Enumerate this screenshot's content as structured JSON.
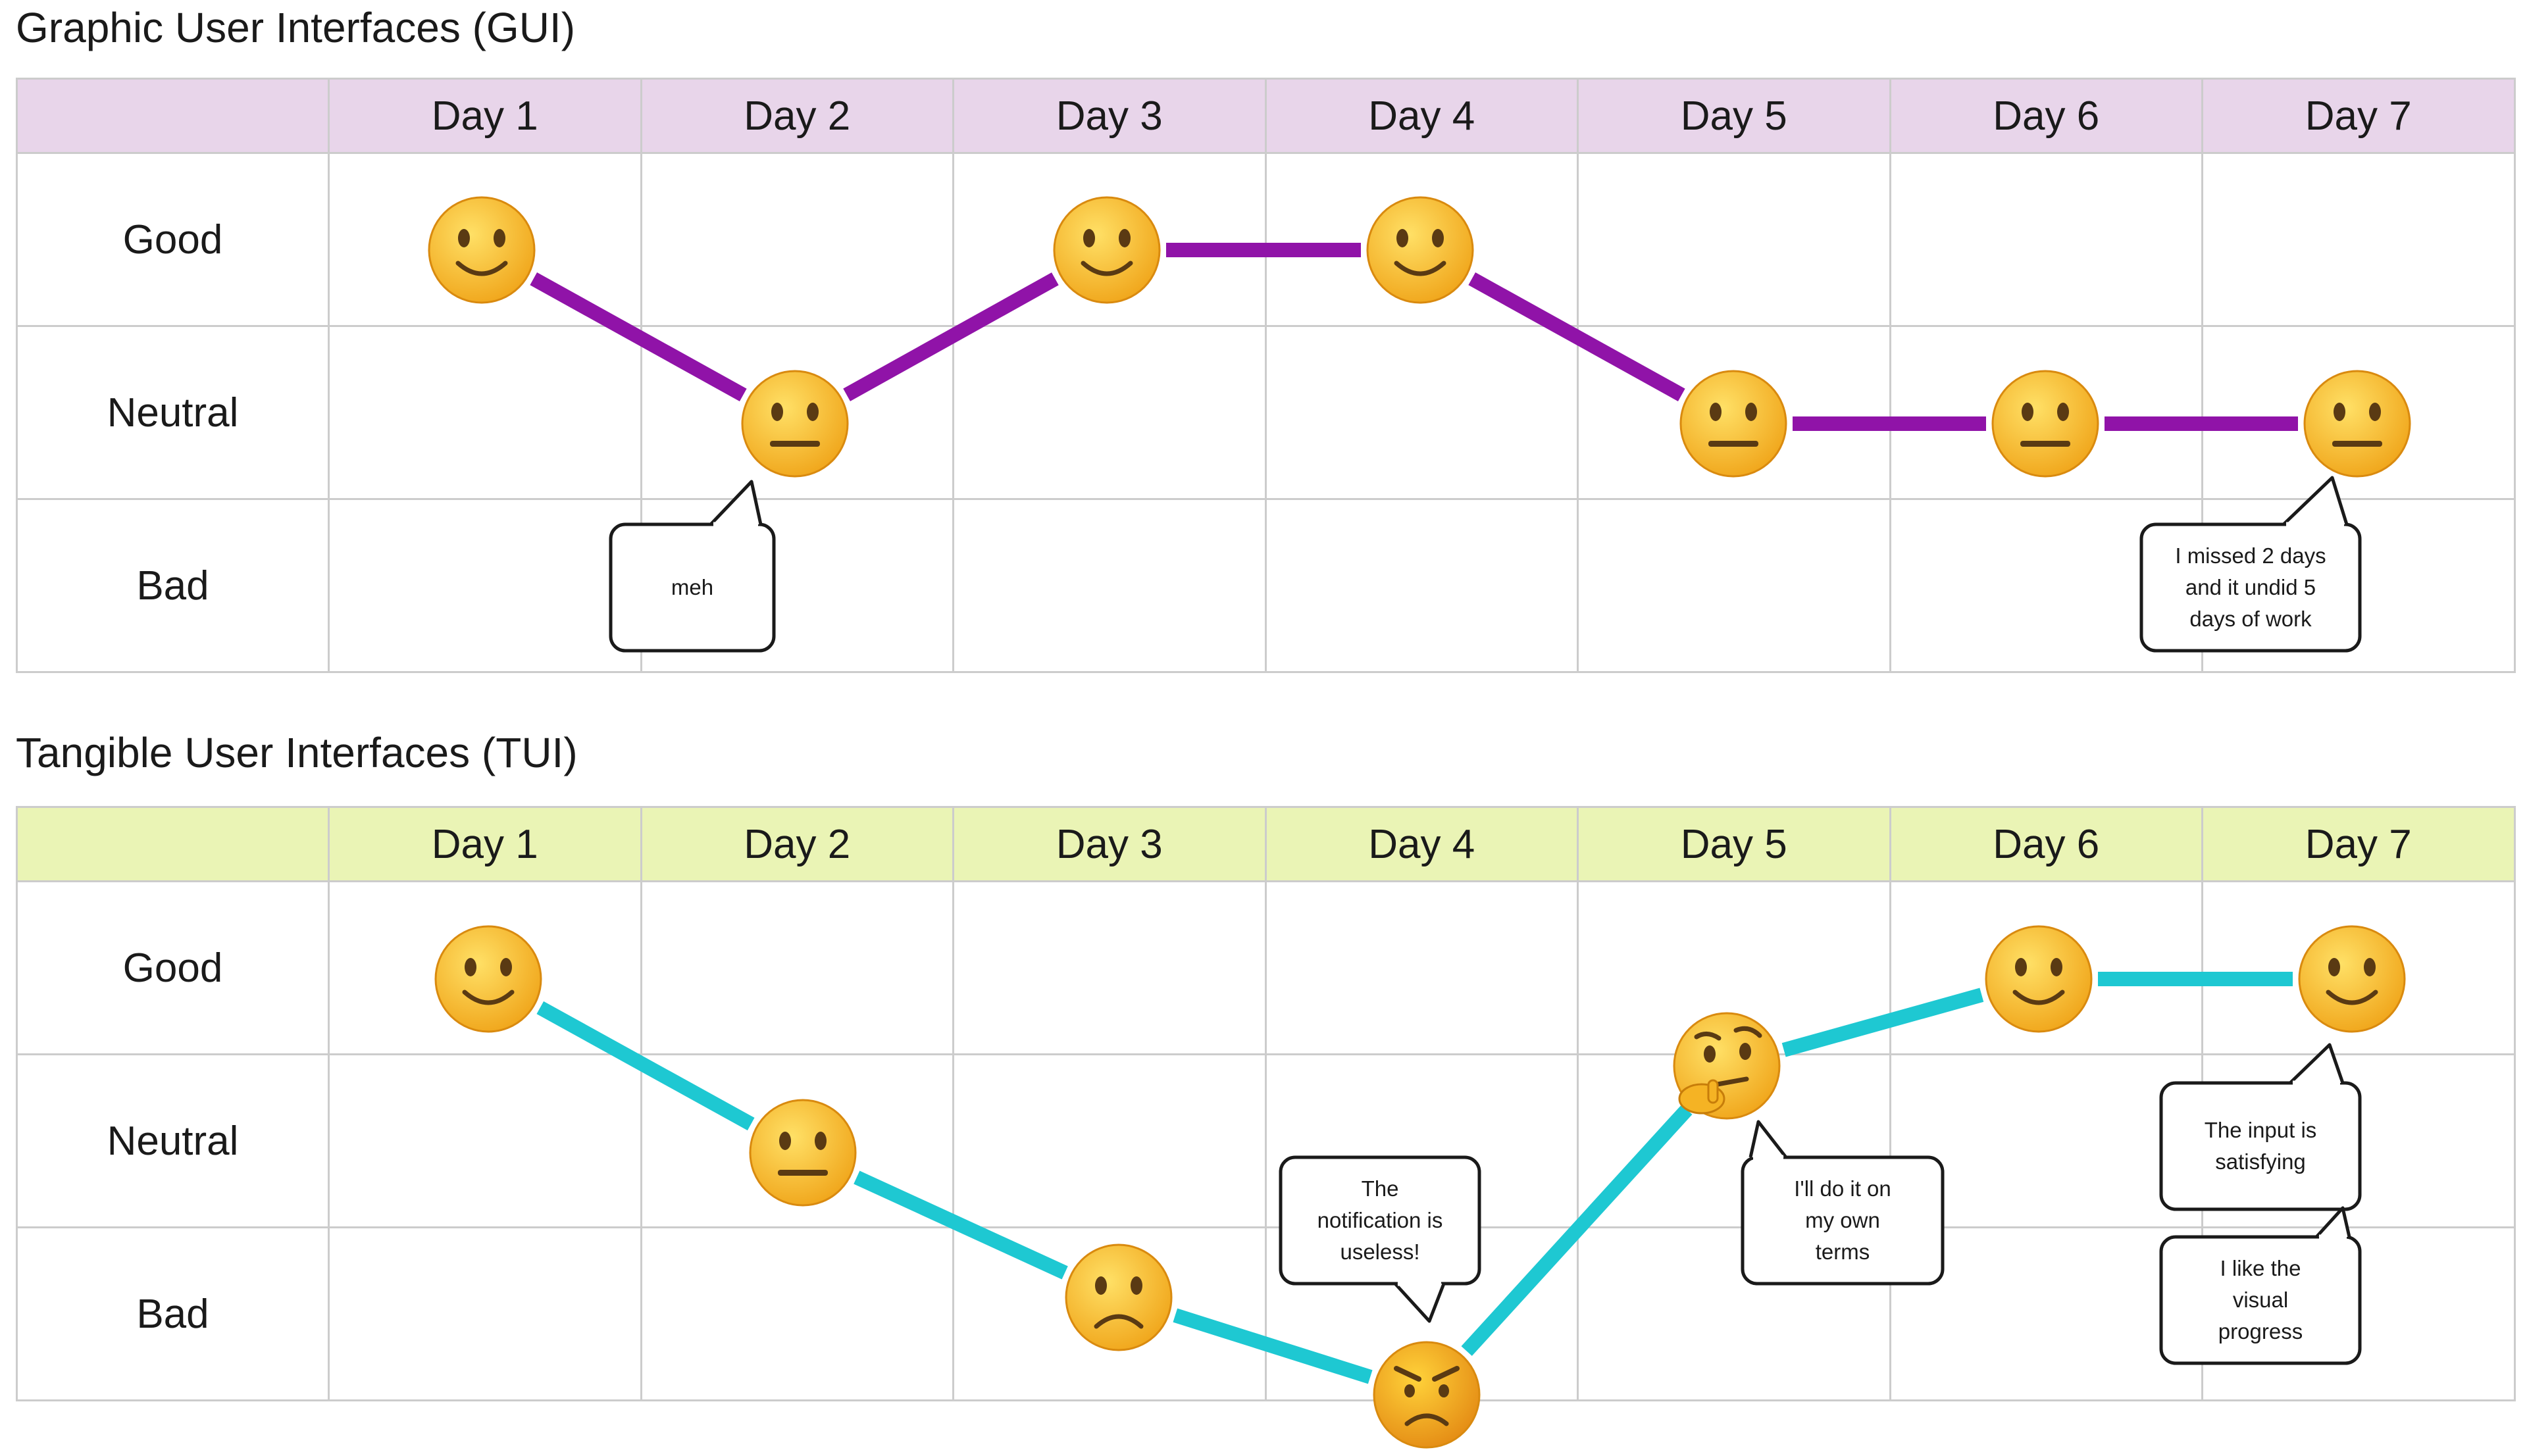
{
  "panels": [
    {
      "id": "gui",
      "title": "Graphic User Interfaces (GUI)",
      "header_color": "#e8d5ea",
      "line_color": "#9013a8",
      "days": [
        "Day 1",
        "Day 2",
        "Day 3",
        "Day 4",
        "Day 5",
        "Day 6",
        "Day 7"
      ],
      "rows": [
        "Good",
        "Neutral",
        "Bad"
      ],
      "journey": [
        {
          "day": "Day 1",
          "mood": "Good",
          "face": "slightly-smiling-face"
        },
        {
          "day": "Day 2",
          "mood": "Neutral",
          "face": "neutral-face"
        },
        {
          "day": "Day 3",
          "mood": "Good",
          "face": "slightly-smiling-face"
        },
        {
          "day": "Day 4",
          "mood": "Good",
          "face": "slightly-smiling-face"
        },
        {
          "day": "Day 5",
          "mood": "Neutral",
          "face": "neutral-face"
        },
        {
          "day": "Day 6",
          "mood": "Neutral",
          "face": "neutral-face"
        },
        {
          "day": "Day 7",
          "mood": "Neutral",
          "face": "neutral-face"
        }
      ],
      "comments": [
        {
          "day": "Day 2",
          "lines": [
            "meh"
          ]
        },
        {
          "day": "Day 7",
          "lines": [
            "I missed 2 days",
            "and it undid 5",
            "days of work"
          ]
        }
      ]
    },
    {
      "id": "tui",
      "title": "Tangible User Interfaces (TUI)",
      "header_color": "#eaf4b5",
      "line_color": "#1ec8d2",
      "days": [
        "Day 1",
        "Day 2",
        "Day 3",
        "Day 4",
        "Day 5",
        "Day 6",
        "Day 7"
      ],
      "rows": [
        "Good",
        "Neutral",
        "Bad"
      ],
      "journey": [
        {
          "day": "Day 1",
          "mood": "Good",
          "face": "slightly-smiling-face"
        },
        {
          "day": "Day 2",
          "mood": "Neutral",
          "face": "neutral-face"
        },
        {
          "day": "Day 3",
          "mood": "Bad",
          "face": "slightly-frowning-face"
        },
        {
          "day": "Day 4",
          "mood": "Bad",
          "face": "angry-face"
        },
        {
          "day": "Day 5",
          "mood": "Neutral",
          "face": "thinking-face"
        },
        {
          "day": "Day 6",
          "mood": "Good",
          "face": "slightly-smiling-face"
        },
        {
          "day": "Day 7",
          "mood": "Good",
          "face": "slightly-smiling-face"
        }
      ],
      "comments": [
        {
          "day": "Day 4",
          "lines": [
            "The",
            "notification is",
            "useless!"
          ]
        },
        {
          "day": "Day 5",
          "lines": [
            "I'll do it on",
            "my own",
            "terms"
          ]
        },
        {
          "day": "Day 7",
          "lines": [
            "The input is",
            "satisfying"
          ]
        },
        {
          "day": "Day 7",
          "lines": [
            "I like the",
            "visual",
            "progress"
          ]
        }
      ]
    }
  ]
}
